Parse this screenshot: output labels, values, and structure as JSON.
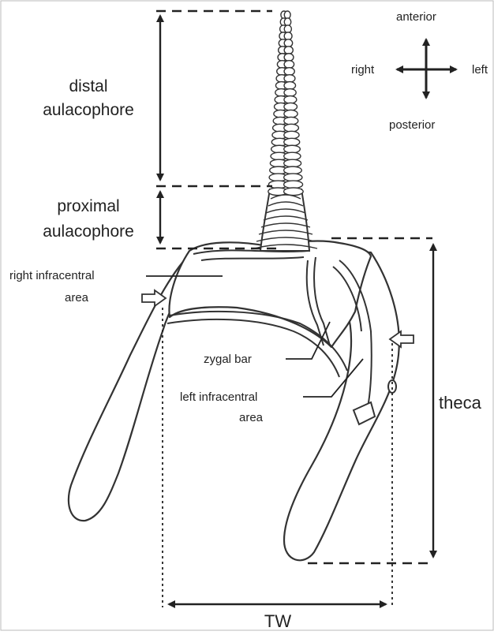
{
  "compass": {
    "anterior": "anterior",
    "posterior": "posterior",
    "right": "right",
    "left": "left"
  },
  "labels": {
    "distal_line1": "distal",
    "distal_line2": "aulacophore",
    "proximal_line1": "proximal",
    "proximal_line2": "aulacophore",
    "right_infracentral_line1": "right infracentral",
    "right_infracentral_line2": "area",
    "zygal_bar": "zygal bar",
    "left_infracentral_line1": "left infracentral",
    "left_infracentral_line2": "area",
    "theca": "theca",
    "tw": "TW"
  },
  "colors": {
    "ink": "#222222",
    "outline": "#333333",
    "fill": "#ffffff",
    "frame": "#bbbbbb"
  }
}
